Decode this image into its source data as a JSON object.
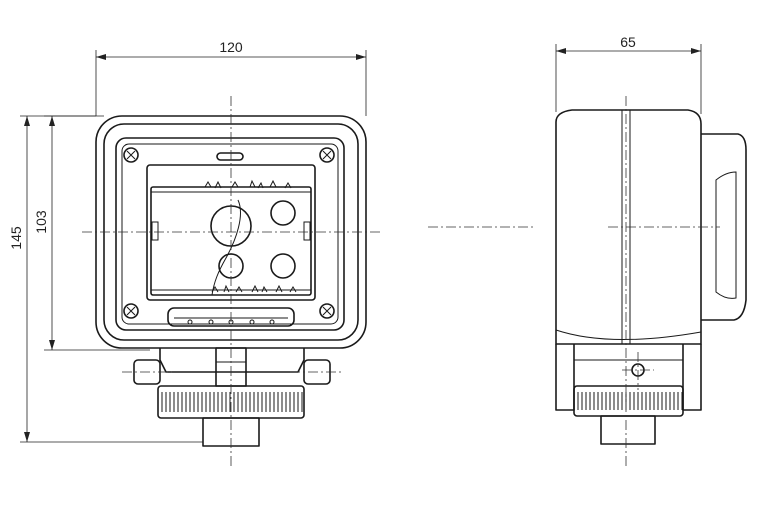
{
  "dimensions": {
    "front_width": "120",
    "front_height_overall": "145",
    "front_height_body": "103",
    "side_depth": "65"
  }
}
